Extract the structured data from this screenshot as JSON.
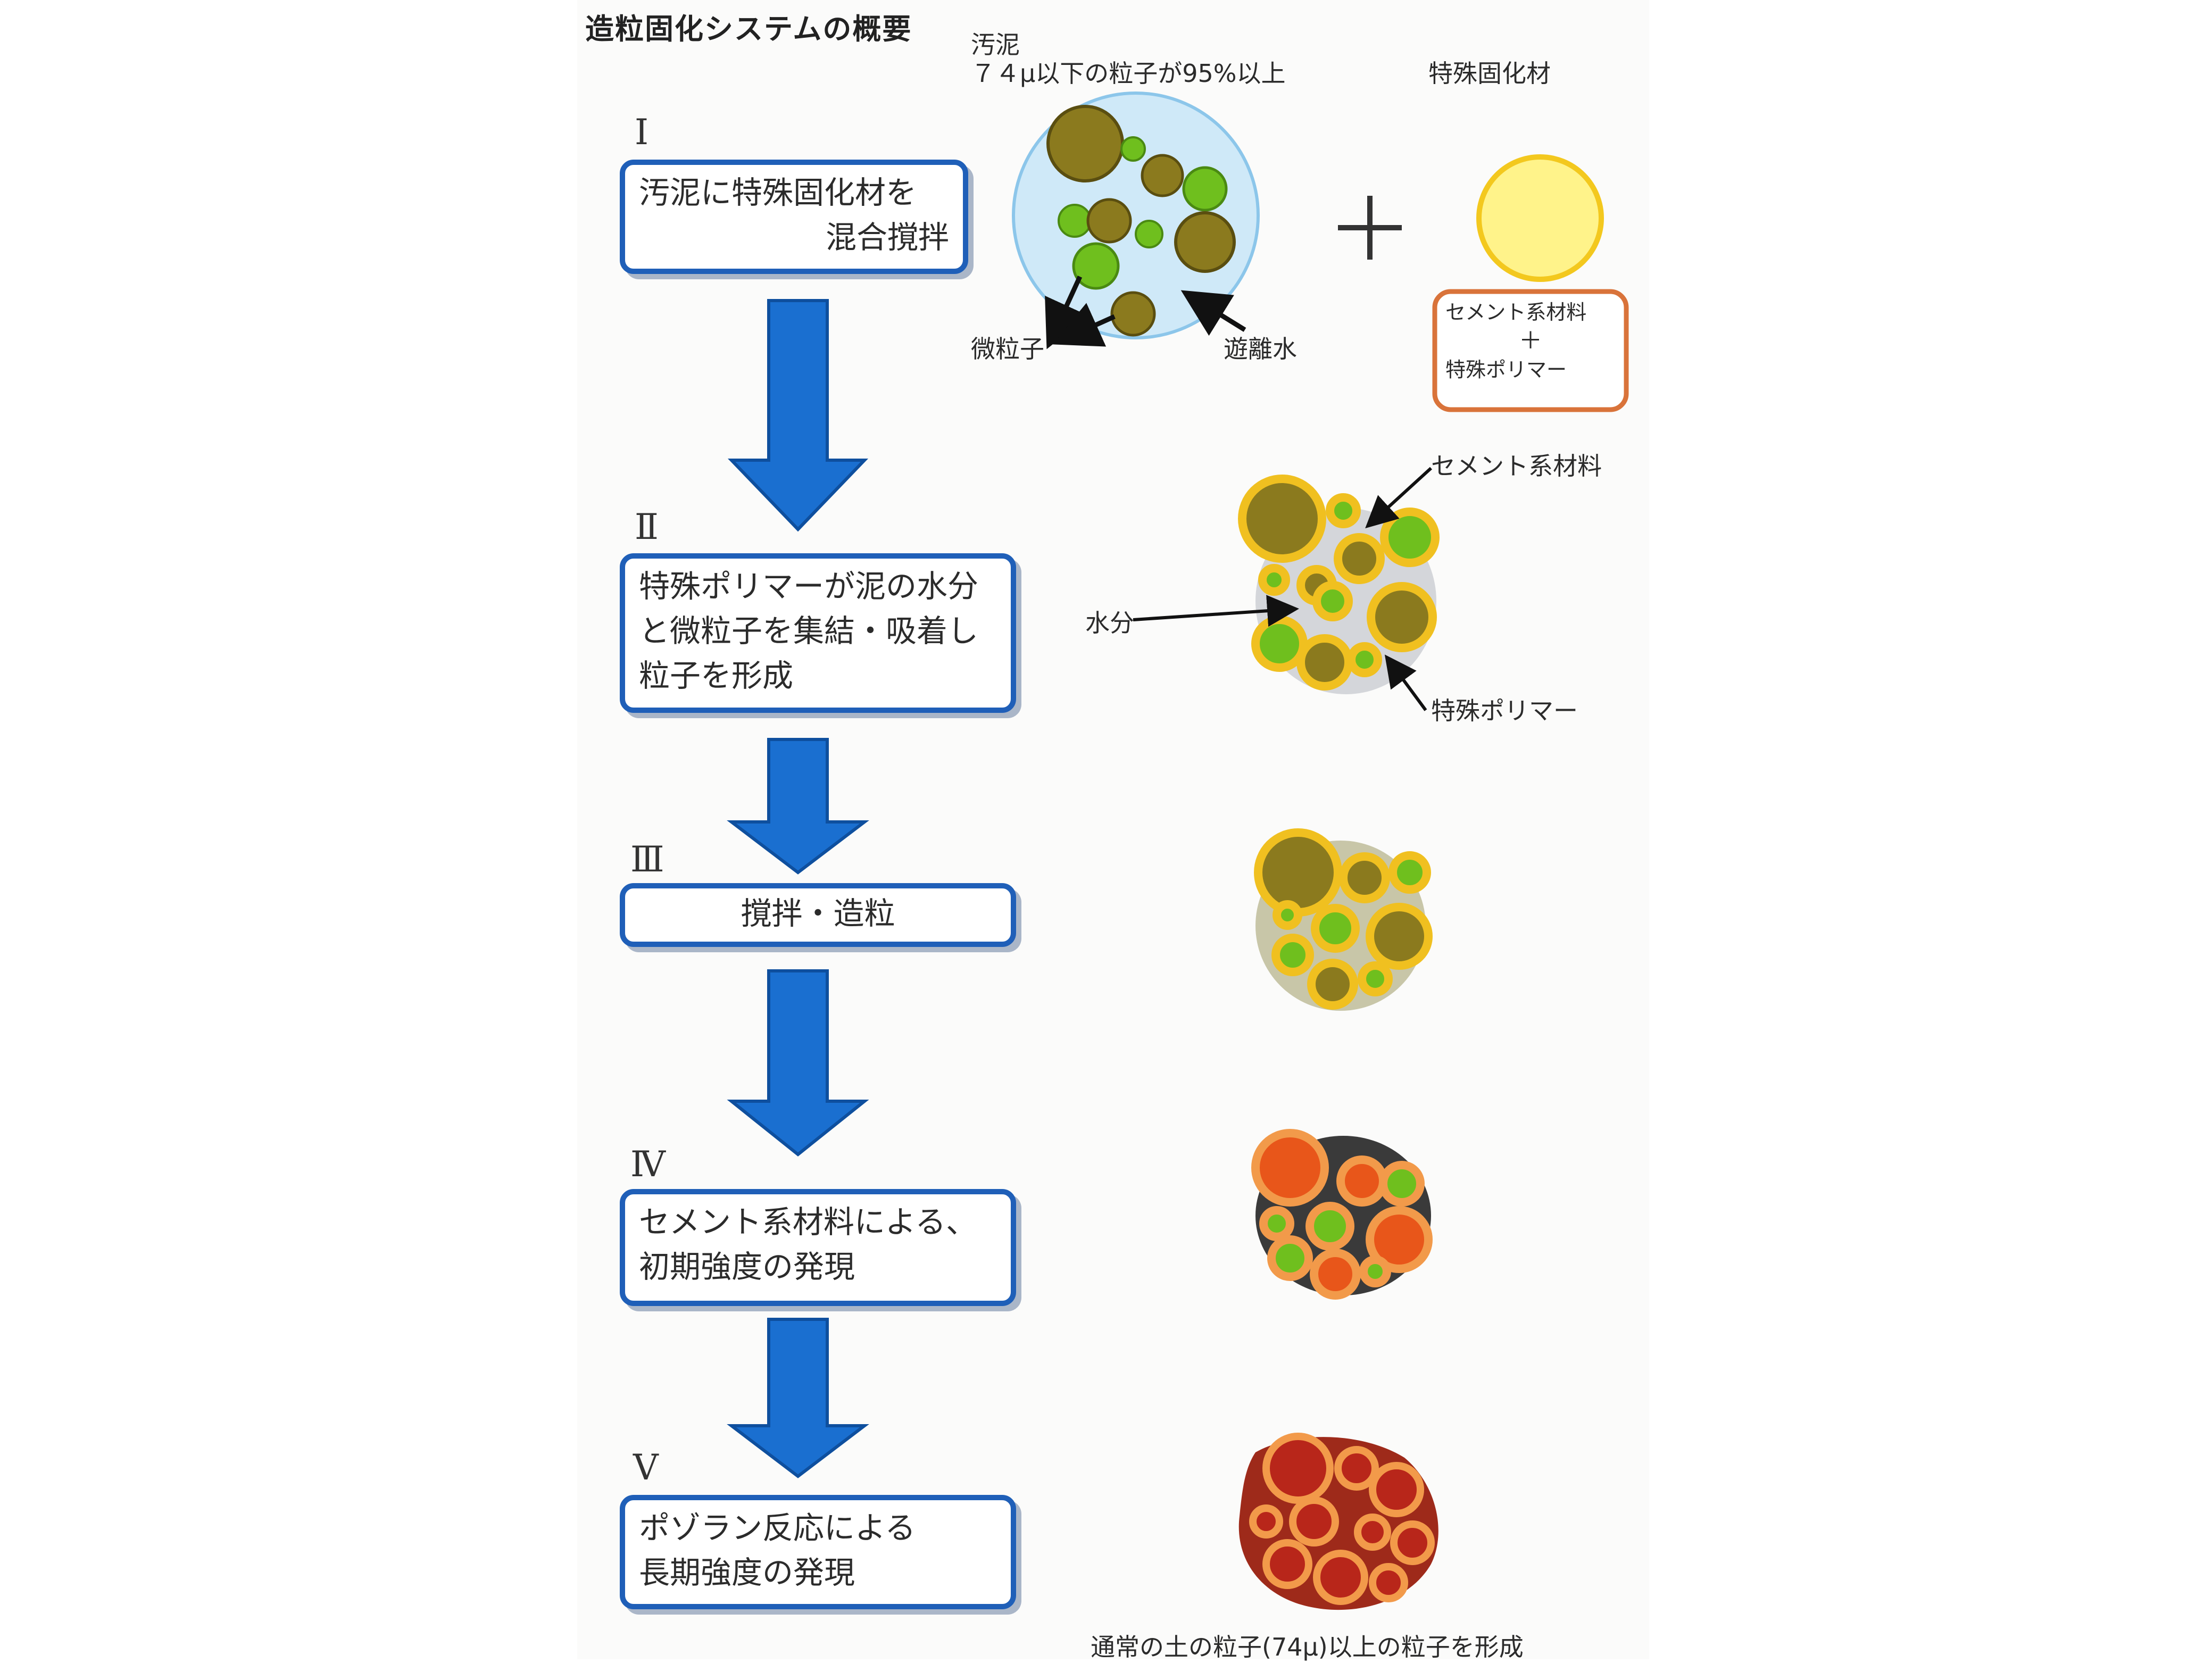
{
  "title": "造粒固化システムの概要",
  "colors": {
    "box_border": "#1f5fb8",
    "arrow_blue": "#1a6fd0",
    "sludge_bg": "#cfe9f8",
    "particle_brown": "#8b7a1e",
    "particle_green": "#6fbf1e",
    "hardener_yellow": "#fff38a",
    "cement_ring": "#f0c020",
    "reaction_orange": "#e8561a",
    "final_red": "#b8261a",
    "binder_box_border": "#d9733a"
  },
  "steps": [
    {
      "numeral": "Ⅰ",
      "lines": [
        "汚泥に特殊固化材を",
        "混合撹拌"
      ]
    },
    {
      "numeral": "Ⅱ",
      "lines": [
        "特殊ポリマーが泥の水分",
        "と微粒子を集結・吸着し",
        "粒子を形成"
      ]
    },
    {
      "numeral": "Ⅲ",
      "lines": [
        "撹拌・造粒"
      ]
    },
    {
      "numeral": "Ⅳ",
      "lines": [
        "セメント系材料による、",
        "初期強度の発現"
      ]
    },
    {
      "numeral": "Ⅴ",
      "lines": [
        "ポゾラン反応による",
        "長期強度の発現"
      ]
    }
  ],
  "sludge": {
    "title": "汚泥",
    "description": "７４μ以下の粒子が95%以上",
    "label_fine": "微粒子",
    "label_free_water": "遊離水"
  },
  "plus_sign": "＋",
  "hardener": {
    "title": "特殊固化材",
    "box_line1": "セメント系材料",
    "box_plus": "＋",
    "box_line2": "特殊ポリマー"
  },
  "stage2_labels": {
    "cement": "セメント系材料",
    "water": "水分",
    "polymer": "特殊ポリマー"
  },
  "final_caption": "通常の土の粒子(74μ)以上の粒子を形成"
}
